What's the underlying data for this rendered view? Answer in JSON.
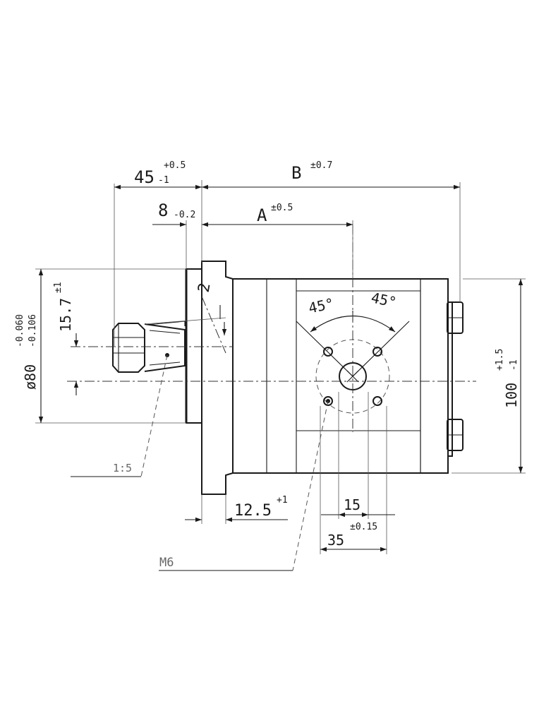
{
  "dimensions": {
    "len_45": "45",
    "len_45_tol_upper": "+0.5",
    "len_45_tol_lower": "-1",
    "len_B": "B",
    "len_B_tol": "±0.7",
    "len_8": "8",
    "len_8_tol": "-0.2",
    "len_A": "A",
    "len_A_tol": "±0.5",
    "offset_2": "2",
    "shaft_height": "15.7",
    "shaft_height_tol": "±1",
    "dia_80": "ø80",
    "dia_80_tol_upper": "-0.060",
    "dia_80_tol_lower": "-0.106",
    "height_100": "100",
    "height_100_tol_upper": "+1.5",
    "height_100_tol_lower": "-1",
    "angle_left": "45°",
    "angle_right": "45°",
    "flange_12_5": "12.5",
    "flange_12_5_tol": "+1",
    "port_15": "15",
    "port_35": "35",
    "port_35_tol": "±0.15"
  },
  "callouts": {
    "key_label": "1:5",
    "thread_label": "M6"
  }
}
